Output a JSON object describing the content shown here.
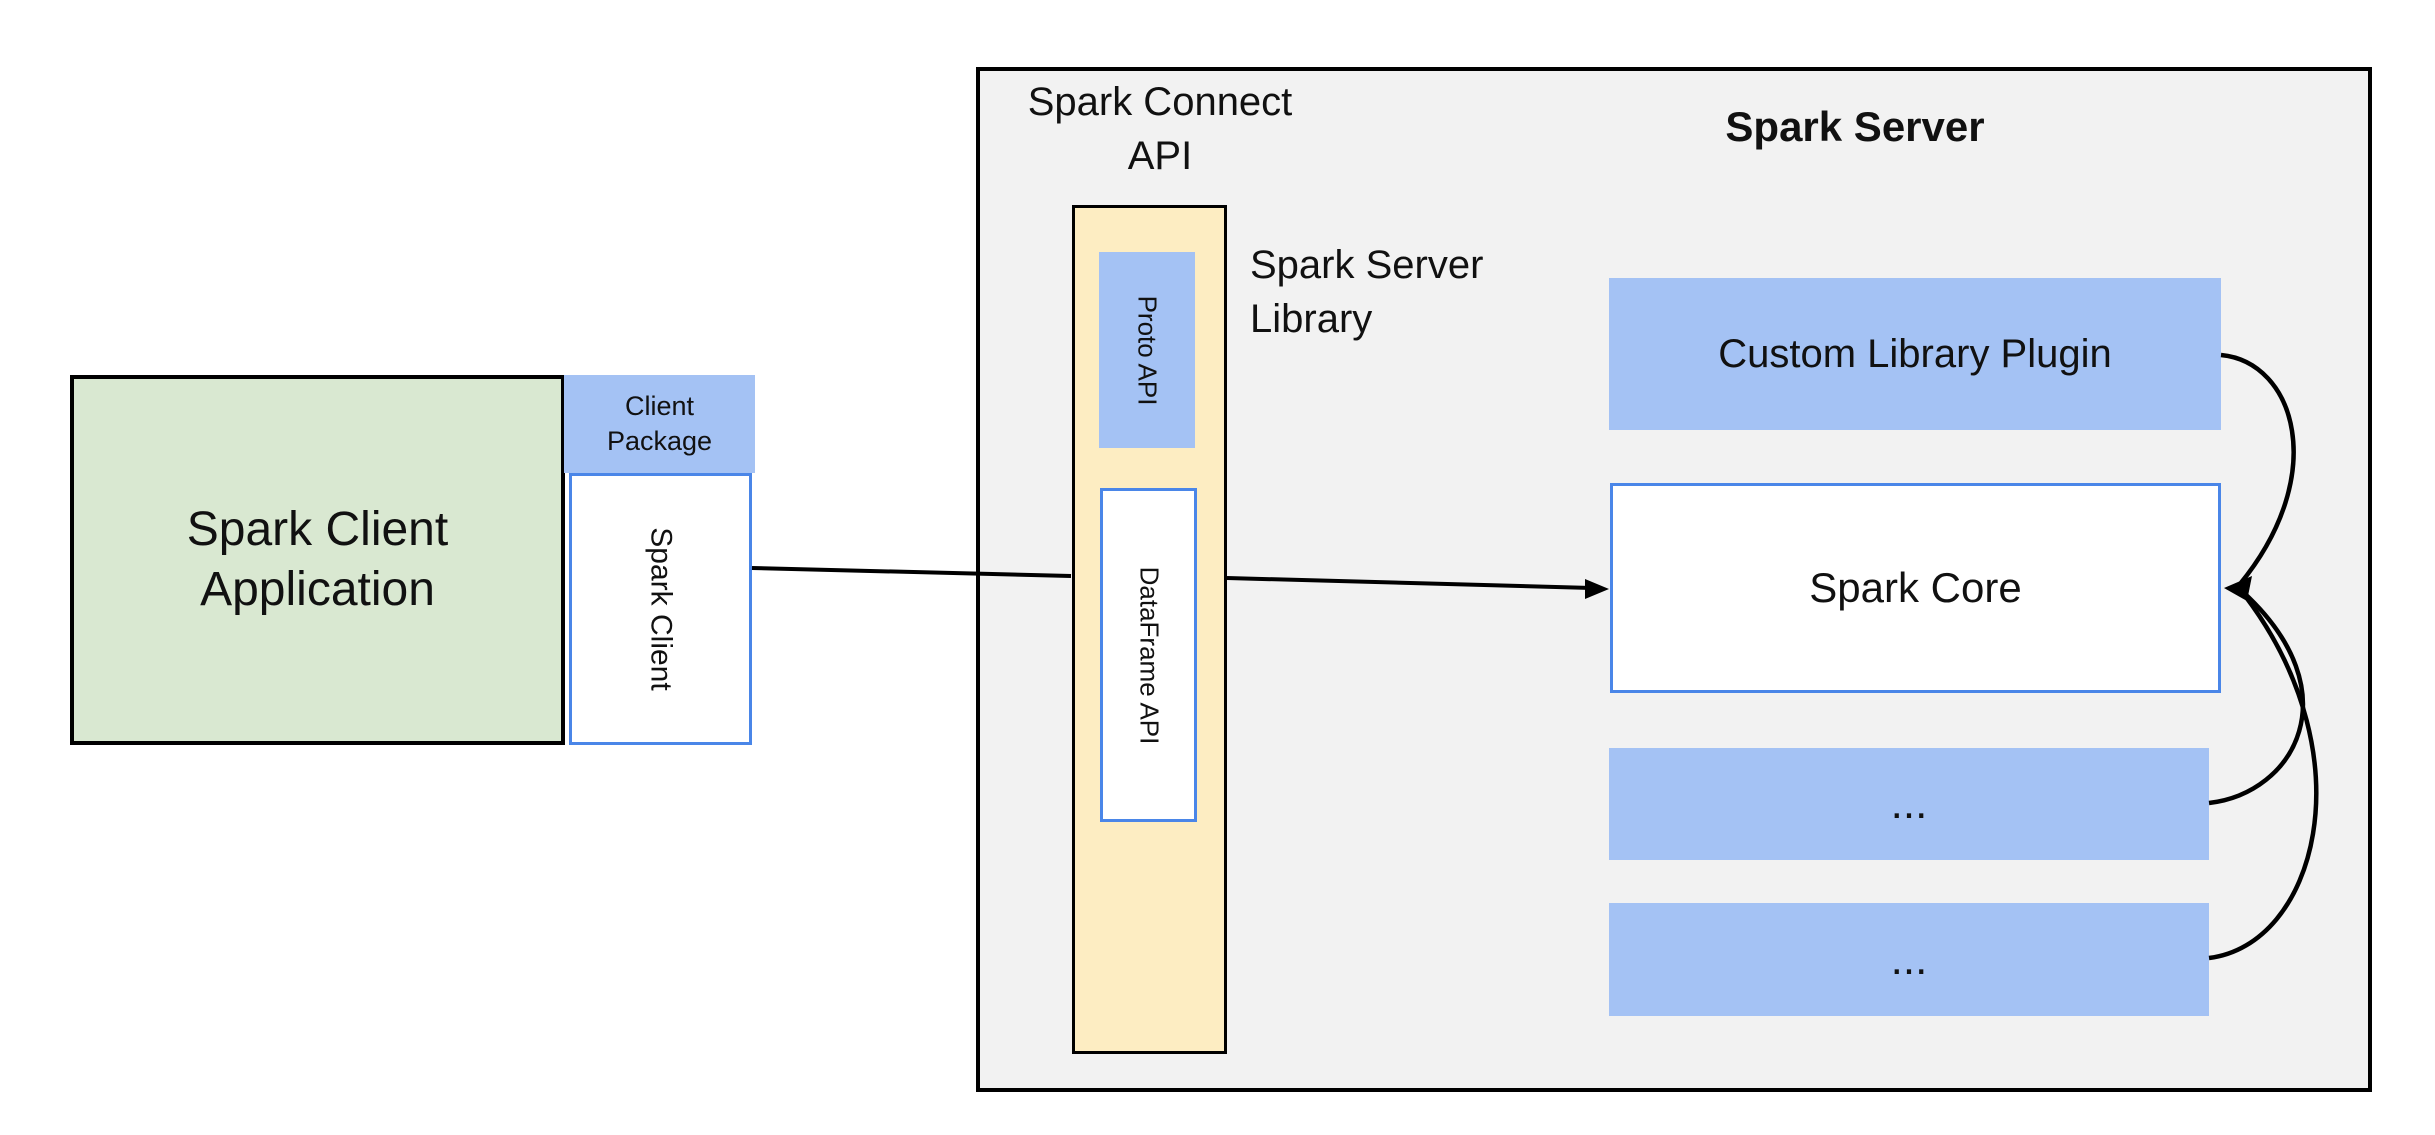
{
  "client": {
    "app_label_line1": "Spark Client",
    "app_label_line2": "Application",
    "package_label_line1": "Client",
    "package_label_line2": "Package",
    "spark_client_label": "Spark Client"
  },
  "connect_api": {
    "label_line1": "Spark Connect",
    "label_line2": "API",
    "proto_api_label": "Proto API",
    "dataframe_api_label": "DataFrame API",
    "library_label_line1": "Spark Server",
    "library_label_line2": "Library"
  },
  "server": {
    "title": "Spark Server",
    "custom_plugin_label": "Custom Library Plugin",
    "spark_core_label": "Spark Core",
    "plugin_slot_1_label": "...",
    "plugin_slot_2_label": "..."
  },
  "colors": {
    "green_fill": "#d9e8d1",
    "blue_fill": "#a4c2f4",
    "yellow_fill": "#fdedc2",
    "gray_fill": "#f2f2f2",
    "blue_border": "#4a86e8",
    "outline_black": "#000000",
    "text": "#111111"
  }
}
